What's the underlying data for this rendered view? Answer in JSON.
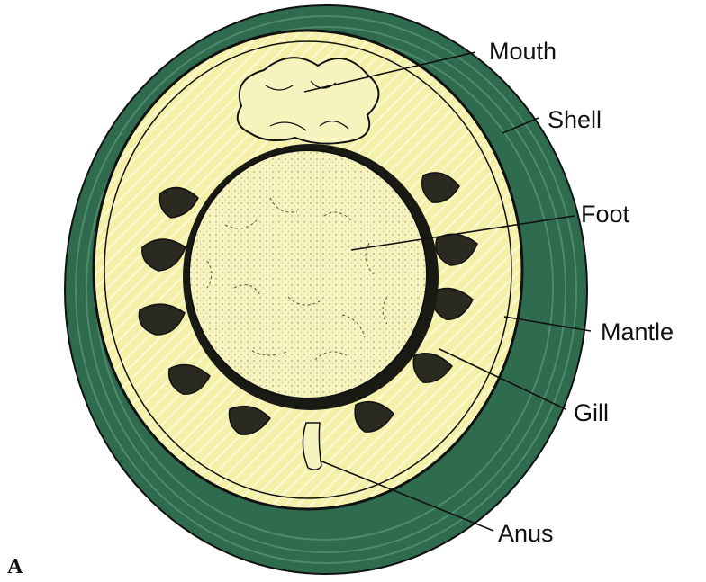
{
  "panel_letter": "A",
  "labels": {
    "mouth": "Mouth",
    "shell": "Shell",
    "foot": "Foot",
    "mantle": "Mantle",
    "gill": "Gill",
    "anus": "Anus"
  },
  "colors": {
    "shell": "#2f6b4f",
    "shell_light": "#4f8a6c",
    "mantle_fill": "#f4f0a8",
    "foot_fill": "#f6f3bf",
    "outline": "#111111"
  }
}
